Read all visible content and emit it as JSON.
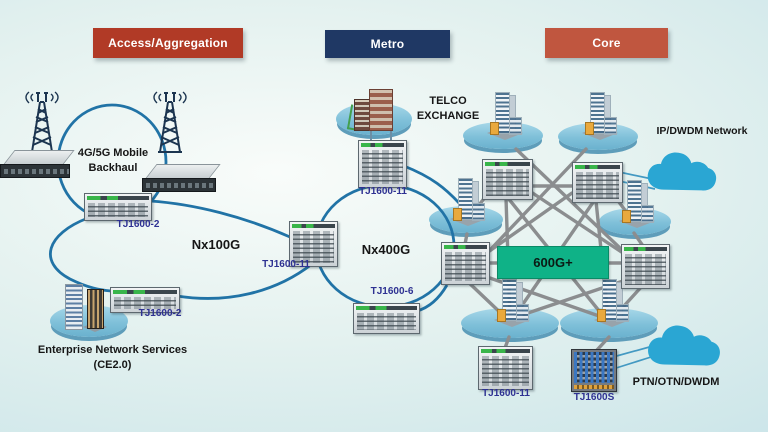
{
  "badges": {
    "access": "Access/Aggregation",
    "metro": "Metro",
    "core": "Core"
  },
  "access": {
    "ring_text": "4G/5G Mobile Backhaul",
    "ring_device": "TJ1600-2",
    "capacity": "Nx100G",
    "enterprise_device": "TJ1600-2",
    "enterprise_text": "Enterprise Network Services (CE2.0)"
  },
  "metro": {
    "exchange": "TELCO EXCHANGE",
    "top_device": "TJ1600-11",
    "left_device": "TJ1600-11",
    "bottom_device": "TJ1600-6",
    "capacity": "Nx400G"
  },
  "core": {
    "capacity": "600G+",
    "ip_cloud": "IP/DWDM Network",
    "ptn_cloud": "PTN/OTN/DWDM",
    "bottom_left_device": "TJ1600-11",
    "bottom_right_device": "TJ1600S"
  },
  "colors": {
    "access_badge": "#b13a26",
    "metro_badge": "#1f3864",
    "core_badge": "#c0563f",
    "line_blue": "#2173a6",
    "mesh_gray": "#8b8d8f",
    "green_box": "#0fb287",
    "device_label_blue": "#2e3192",
    "cloud_blue": "#2aa6d3",
    "disc_blue": "#84c5dc"
  }
}
